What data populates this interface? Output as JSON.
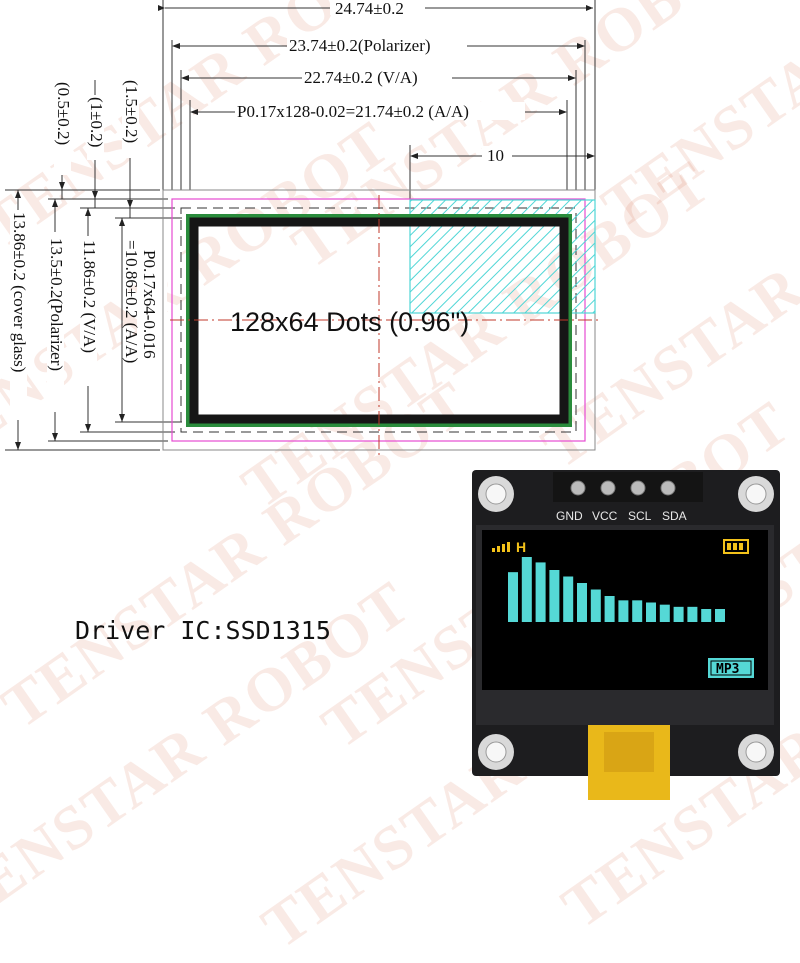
{
  "drawing": {
    "dim_total_width": "24.74±0.2",
    "dim_polarizer_width": "23.74±0.2(Polarizer)",
    "dim_va_width": "22.74±0.2 (V/A)",
    "dim_aa_width": "P0.17x128-0.02=21.74±0.2 (A/A)",
    "dim_hatch_width": "10",
    "dim_left_1": "(1.5±0.2)",
    "dim_left_2": "(1±0.2)",
    "dim_left_3": "(0.5±0.2)",
    "dim_total_height": "13.86±0.2 (cover glass)",
    "dim_polarizer_height": "13.5±0.2(Polarizer)",
    "dim_va_height": "11.86±0.2 (V/A)",
    "dim_aa_height_1": "P0.17x64-0.016",
    "dim_aa_height_2": "=10.86±0.2 (A/A)",
    "center_label": "128x64 Dots (0.96\")"
  },
  "driver_label": "Driver IC:SSD1315",
  "module": {
    "pins": [
      "GND",
      "VCC",
      "SCL",
      "SDA"
    ],
    "screen_h_label": "H",
    "mp3_label": "MP3",
    "bar_levels": [
      0.46,
      0.6,
      0.55,
      0.48,
      0.42,
      0.36,
      0.3,
      0.24,
      0.2,
      0.2,
      0.18,
      0.16,
      0.14,
      0.14,
      0.12,
      0.12
    ],
    "colors": {
      "yellow": "#f3c21a",
      "cyan": "#55d8d6",
      "board": "#1d1d1f"
    }
  },
  "watermark": "TENSTAR ROBOT"
}
